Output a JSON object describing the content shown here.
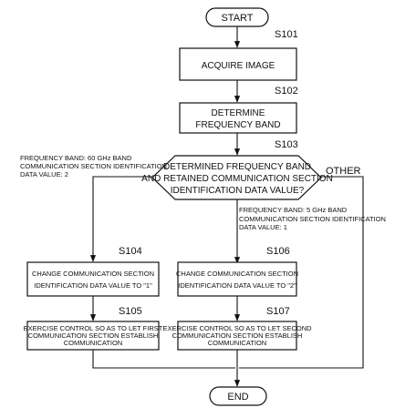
{
  "flowchart": {
    "start_label": "START",
    "end_label": "END",
    "steps": {
      "s101": {
        "id": "S101",
        "label": "ACQUIRE IMAGE"
      },
      "s102": {
        "id": "S102",
        "label_line1": "DETERMINE",
        "label_line2": "FREQUENCY BAND"
      },
      "s103": {
        "id": "S103",
        "label_line1": "DETERMINED FREQUENCY BAND",
        "label_line2": "AND RETAINED COMMUNICATION SECTION",
        "label_line3": "IDENTIFICATION DATA VALUE?"
      },
      "s104": {
        "id": "S104",
        "label_line1": "CHANGE COMMUNICATION SECTION",
        "label_line2": "IDENTIFICATION DATA VALUE TO \"1\""
      },
      "s105": {
        "id": "S105",
        "label_line1": "EXERCISE CONTROL SO AS TO LET FIRST",
        "label_line2": "COMMUNICATION SECTION ESTABLISH",
        "label_line3": "COMMUNICATION"
      },
      "s106": {
        "id": "S106",
        "label_line1": "CHANGE COMMUNICATION SECTION",
        "label_line2": "IDENTIFICATION DATA VALUE TO \"2\""
      },
      "s107": {
        "id": "S107",
        "label_line1": "EXERCISE CONTROL SO AS TO LET SECOND",
        "label_line2": "COMMUNICATION SECTION ESTABLISH",
        "label_line3": "COMMUNICATION"
      }
    },
    "branches": {
      "left": {
        "line1": "FREQUENCY BAND: 60 GHz BAND",
        "line2": "COMMUNICATION SECTION IDENTIFICATION",
        "line3": "DATA VALUE: 2"
      },
      "down": {
        "line1": "FREQUENCY BAND: 5 GHz BAND",
        "line2": "COMMUNICATION SECTION IDENTIFICATION",
        "line3": "DATA VALUE: 1"
      },
      "right": {
        "label": "OTHER"
      }
    }
  }
}
